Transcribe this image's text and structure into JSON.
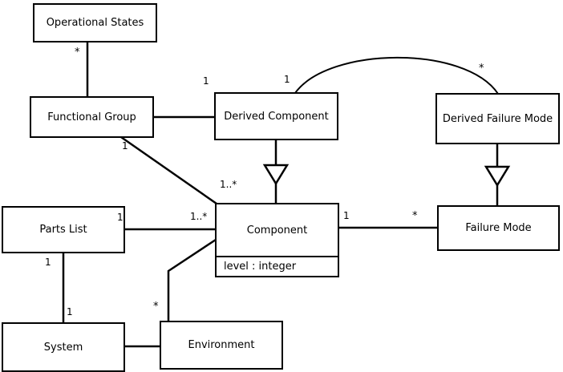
{
  "diagram": {
    "type": "uml-class-diagram",
    "background_color": "#ffffff",
    "line_color": "#000000",
    "text_color": "#000000",
    "classes": [
      {
        "id": "operational-states",
        "name": "Operational States",
        "attributes": []
      },
      {
        "id": "functional-group",
        "name": "Functional Group",
        "attributes": []
      },
      {
        "id": "derived-component",
        "name": "Derived Component",
        "attributes": []
      },
      {
        "id": "derived-failure-mode",
        "name": "Derived Failure Mode",
        "attributes": []
      },
      {
        "id": "parts-list",
        "name": "Parts List",
        "attributes": []
      },
      {
        "id": "component",
        "name": "Component",
        "attributes": [
          "level : integer"
        ]
      },
      {
        "id": "failure-mode",
        "name": "Failure Mode",
        "attributes": []
      },
      {
        "id": "system",
        "name": "System",
        "attributes": []
      },
      {
        "id": "environment",
        "name": "Environment",
        "attributes": []
      }
    ],
    "relationships": [
      {
        "id": "operational-states--functional-group",
        "kind": "association",
        "from": "operational-states",
        "to": "functional-group",
        "from_multiplicity": "*",
        "to_multiplicity": ""
      },
      {
        "id": "functional-group--derived-component",
        "kind": "association",
        "from": "functional-group",
        "to": "derived-component",
        "from_multiplicity": "",
        "to_multiplicity": "1"
      },
      {
        "id": "functional-group--component",
        "kind": "association",
        "from": "functional-group",
        "to": "component",
        "from_multiplicity": "1",
        "to_multiplicity": "1..*"
      },
      {
        "id": "derived-component--derived-failure-mode",
        "kind": "association",
        "from": "derived-component",
        "to": "derived-failure-mode",
        "from_multiplicity": "1",
        "to_multiplicity": "*"
      },
      {
        "id": "derived-component--component",
        "kind": "generalization",
        "from": "derived-component",
        "to": "component",
        "from_multiplicity": "",
        "to_multiplicity": ""
      },
      {
        "id": "derived-failure-mode--failure-mode",
        "kind": "generalization",
        "from": "derived-failure-mode",
        "to": "failure-mode",
        "from_multiplicity": "",
        "to_multiplicity": ""
      },
      {
        "id": "parts-list--component",
        "kind": "association",
        "from": "parts-list",
        "to": "component",
        "from_multiplicity": "1",
        "to_multiplicity": "1..*"
      },
      {
        "id": "component--failure-mode",
        "kind": "association",
        "from": "component",
        "to": "failure-mode",
        "from_multiplicity": "1",
        "to_multiplicity": "*"
      },
      {
        "id": "parts-list--system",
        "kind": "association",
        "from": "parts-list",
        "to": "system",
        "from_multiplicity": "1",
        "to_multiplicity": "1"
      },
      {
        "id": "system--environment",
        "kind": "association",
        "from": "system",
        "to": "environment",
        "from_multiplicity": "",
        "to_multiplicity": ""
      },
      {
        "id": "component--environment",
        "kind": "association",
        "from": "component",
        "to": "environment",
        "from_multiplicity": "",
        "to_multiplicity": "*"
      }
    ],
    "multiplicity_labels": [
      {
        "id": "os-fg-star",
        "text": "*"
      },
      {
        "id": "fg-dc-one",
        "text": "1"
      },
      {
        "id": "dc-dfm-one",
        "text": "1"
      },
      {
        "id": "dc-dfm-star",
        "text": "*"
      },
      {
        "id": "fg-comp-one",
        "text": "1"
      },
      {
        "id": "fg-comp-onestar",
        "text": "1..*"
      },
      {
        "id": "pl-comp-one",
        "text": "1"
      },
      {
        "id": "pl-comp-onestar",
        "text": "1..*"
      },
      {
        "id": "comp-fm-one",
        "text": "1"
      },
      {
        "id": "comp-fm-star",
        "text": "*"
      },
      {
        "id": "pl-sys-one-top",
        "text": "1"
      },
      {
        "id": "pl-sys-one-bottom",
        "text": "1"
      },
      {
        "id": "comp-env-star",
        "text": "*"
      }
    ]
  }
}
